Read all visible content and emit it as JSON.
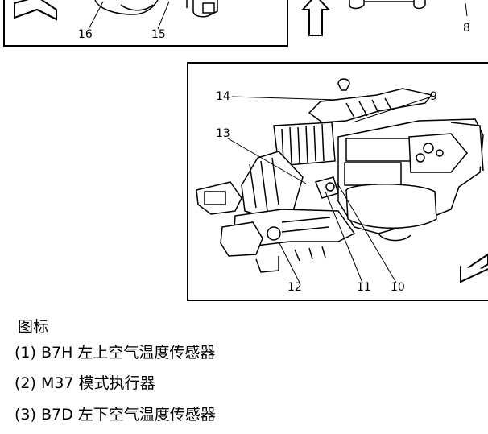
{
  "callouts": {
    "n16": "16",
    "n15": "15",
    "n8": "8",
    "n14": "14",
    "n9": "9",
    "n13": "13",
    "n12": "12",
    "n11": "11",
    "n10": "10"
  },
  "legend": {
    "title": "图标",
    "items": [
      "(1) B7H 左上空气温度传感器",
      "(2) M37 模式执行器",
      "(3) B7D 左下空气温度传感器"
    ]
  }
}
